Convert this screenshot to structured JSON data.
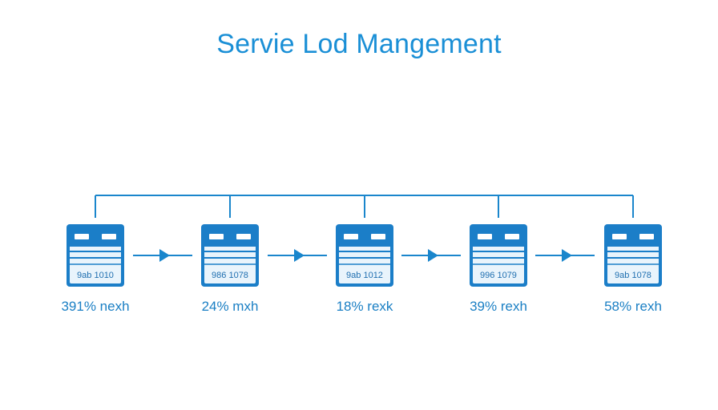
{
  "title": "Servie Lod Mangement",
  "colors": {
    "accent": "#1a8fd6",
    "server_fill": "#1b7ec8",
    "server_face": "#ffffff",
    "line": "#1a86cc"
  },
  "icons": {
    "server": "server-icon",
    "arrow": "arrow-right-icon"
  },
  "servers": [
    {
      "id": "9ab 1010",
      "load": "391% nexh"
    },
    {
      "id": "986 1078",
      "load": "24% mxh"
    },
    {
      "id": "9ab 1012",
      "load": "18% rexk"
    },
    {
      "id": "996 1079",
      "load": "39% rexh"
    },
    {
      "id": "9ab 1078",
      "load": "58% rexh"
    }
  ]
}
